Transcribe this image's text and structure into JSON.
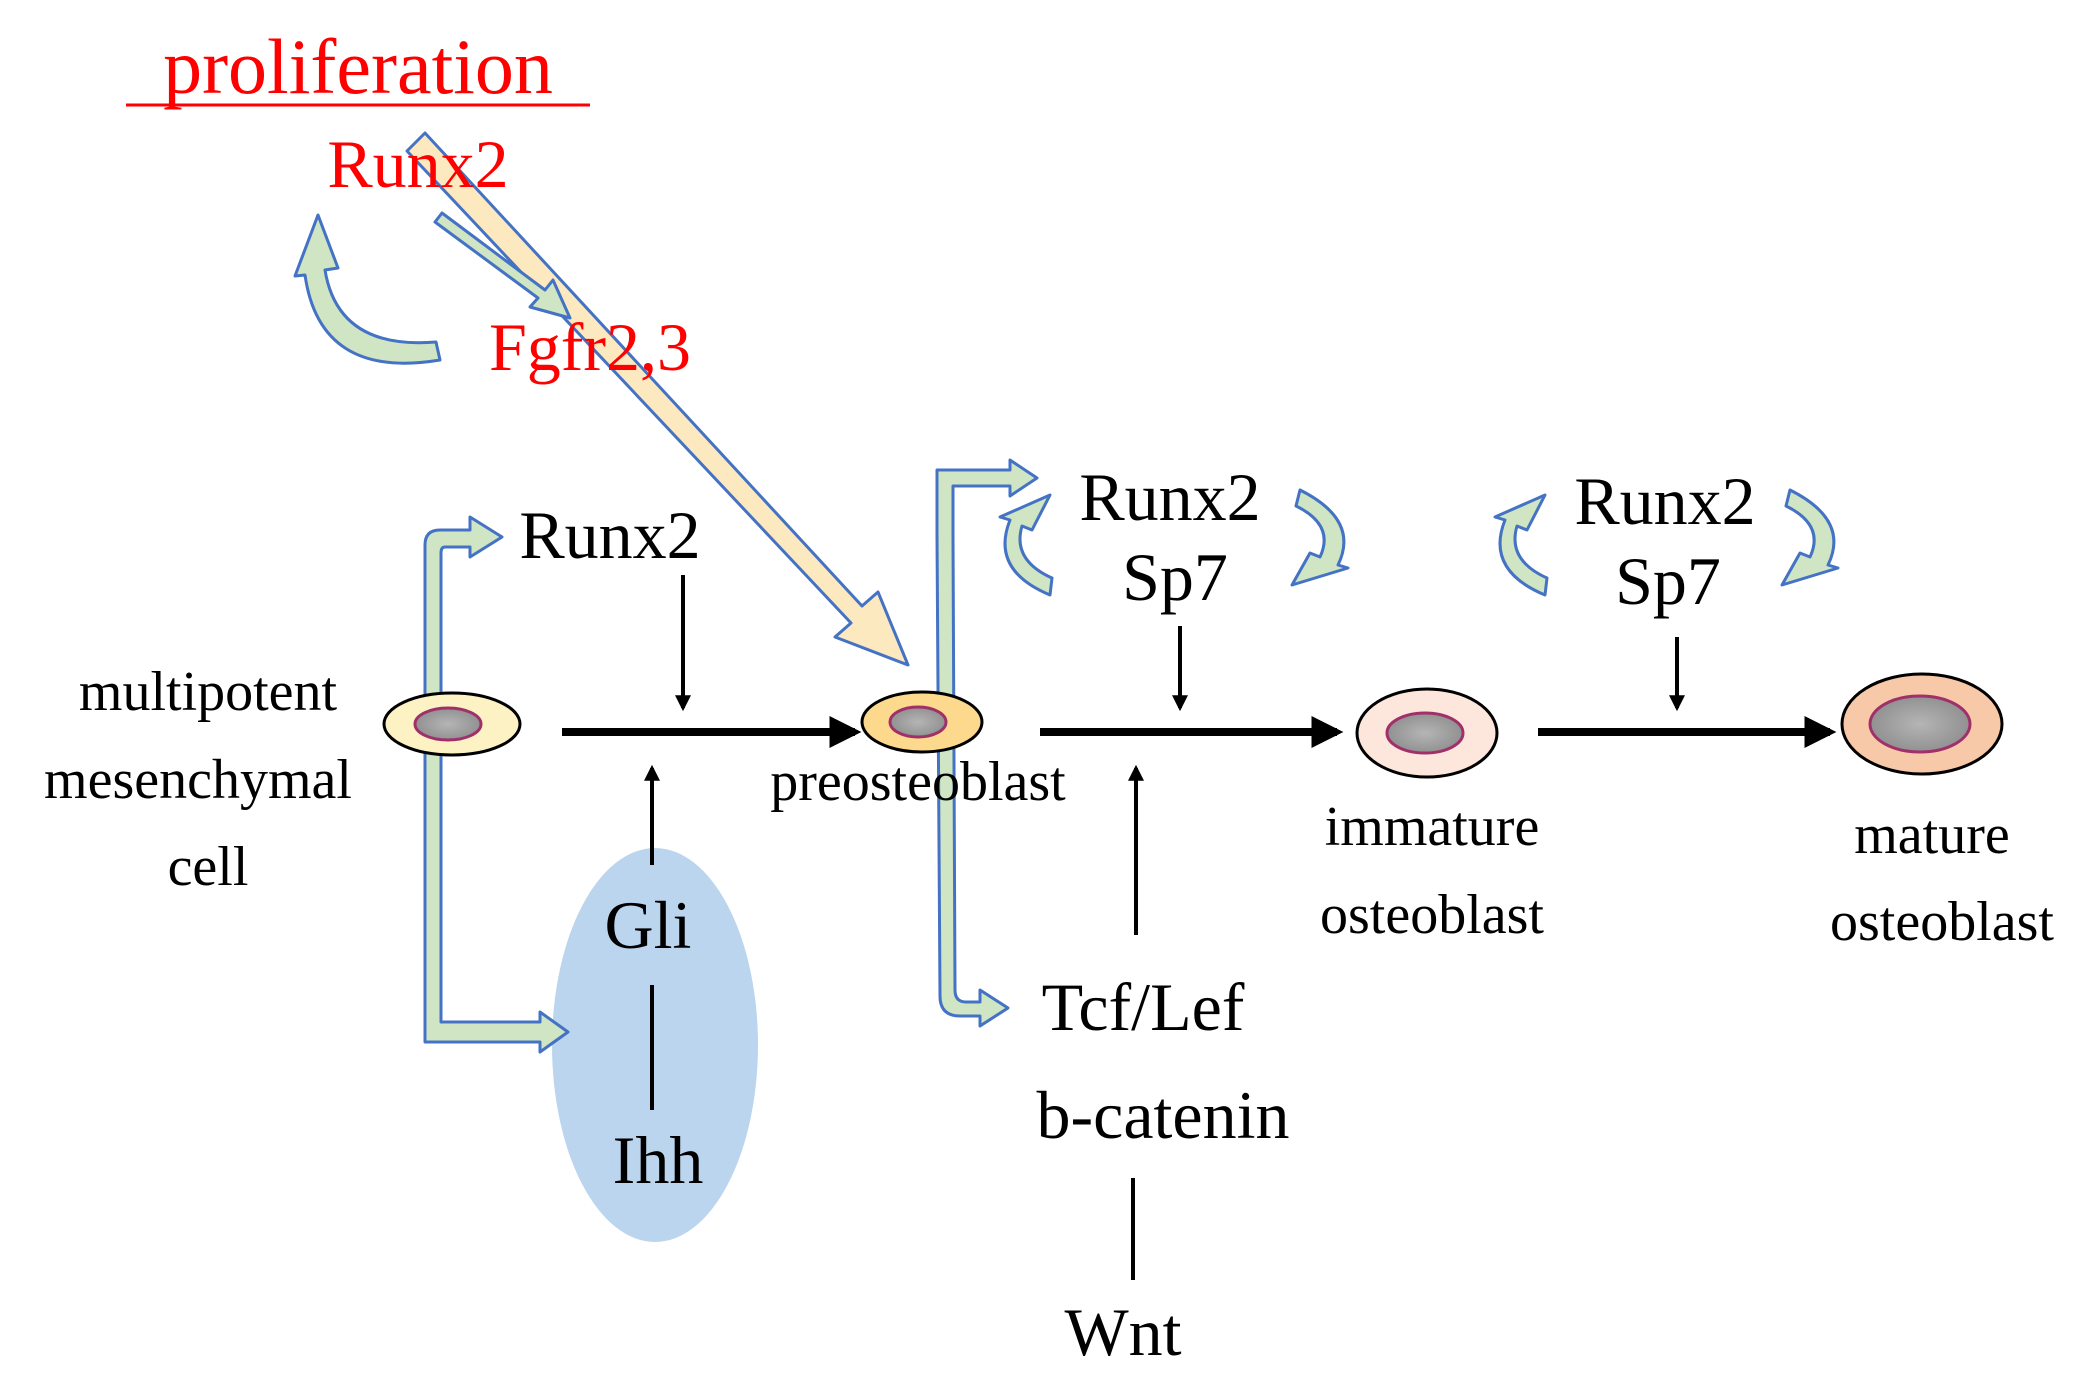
{
  "labels": {
    "proliferation": "proliferation",
    "runx2_red": "Runx2",
    "fgfr": "Fgfr2,3",
    "runx2_stage1": "Runx2",
    "multipotent_line1": "multipotent",
    "multipotent_line2": "mesenchymal",
    "multipotent_line3": "cell",
    "gli": "Gli",
    "ihh": "Ihh",
    "preosteoblast": "preosteoblast",
    "runx2_stage2": "Runx2",
    "sp7_stage2": "Sp7",
    "tcf_lef": "Tcf/Lef",
    "b_catenin": "b-catenin",
    "wnt": "Wnt",
    "immature_line1": "immature",
    "immature_line2": "osteoblast",
    "runx2_stage3": "Runx2",
    "sp7_stage3": "Sp7",
    "mature_line1": "mature",
    "mature_line2": "osteoblast"
  },
  "colors": {
    "red_text": "#ff0000",
    "black": "#000000",
    "arrow_fill_green": "#cfe5c3",
    "arrow_outline_blue": "#4472c4",
    "big_arrow_fill": "#fde9c0",
    "ellipse_blue": "#bcd5ee",
    "nucleus_grey": "#9a9a9a",
    "nucleus_outline": "#a0306a",
    "cell_multipotent": "#fdf2c4",
    "cell_preosteoblast": "#fcd98c",
    "cell_immature": "#fde6dc",
    "cell_mature": "#f8c9a8"
  }
}
